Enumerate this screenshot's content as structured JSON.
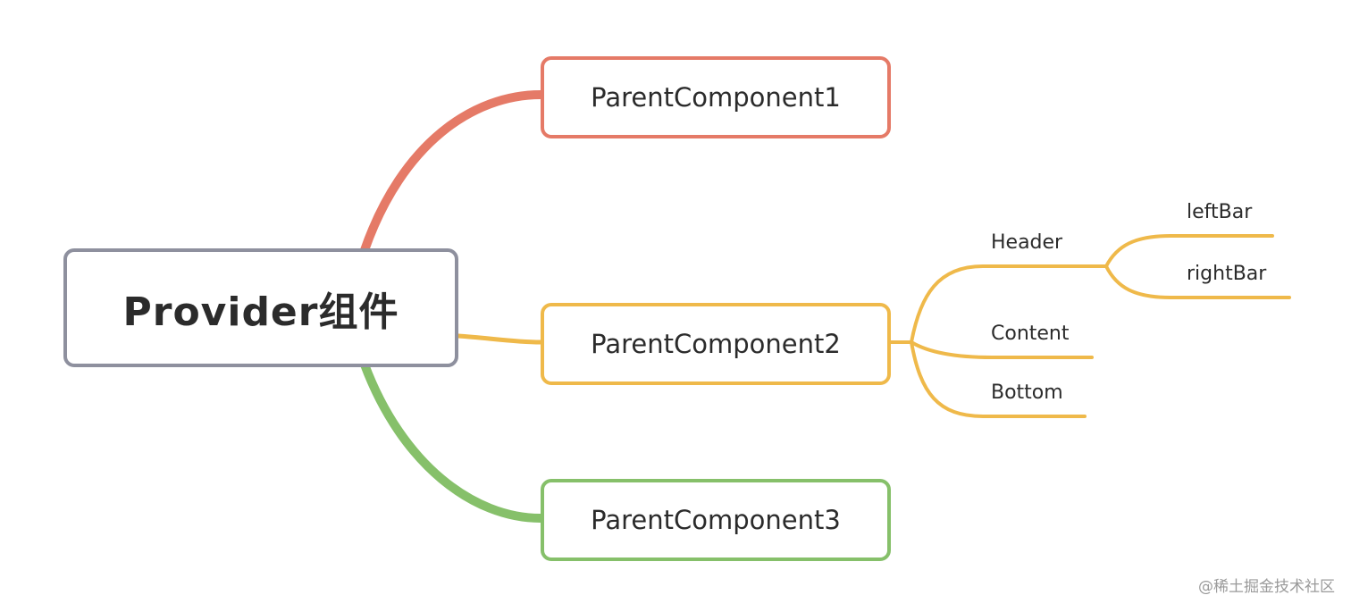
{
  "root": {
    "label": "Provider组件",
    "color": "#8e909e"
  },
  "children": [
    {
      "label": "ParentComponent1",
      "color": "#e57a67"
    },
    {
      "label": "ParentComponent2",
      "color": "#efb94a"
    },
    {
      "label": "ParentComponent3",
      "color": "#86c06a"
    }
  ],
  "parent2_children": {
    "header": "Header",
    "content": "Content",
    "bottom": "Bottom"
  },
  "header_children": {
    "left_bar": "leftBar",
    "right_bar": "rightBar"
  },
  "watermark": "@稀土掘金技术社区"
}
